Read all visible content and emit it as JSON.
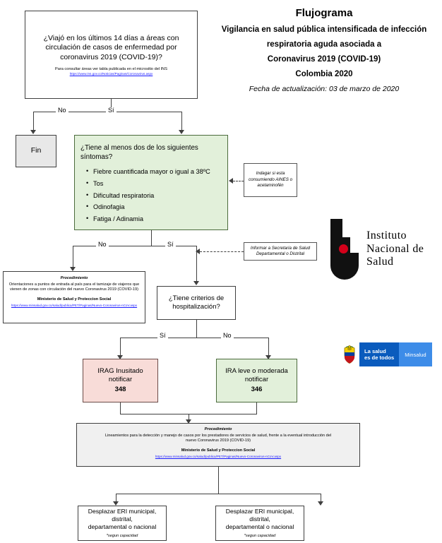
{
  "title": {
    "main": "Flujograma",
    "lines": [
      "Vigilancia en salud pública intensificada de infección",
      "respiratoria aguda asociada a",
      "Coronavirus 2019 (COVID-19)",
      "Colombia 2020"
    ],
    "date": "Fecha de actualización: 03 de marzo de 2020"
  },
  "nodes": {
    "travel_question": {
      "text": "¿Viajó en los últimos 14 días a áreas con circulación de casos de enfermedad por coronavirus 2019 (COVID-19)?",
      "note": "Para consultar áreas ver tabla publicada en el micrositio del INS",
      "link": "https://www.ins.gov.co/Noticias/Paginas/Coronavirus.aspx"
    },
    "end": {
      "label": "Fin"
    },
    "symptoms": {
      "question": "¿Tiene al menos dos de los siguientes síntomas?",
      "items": [
        "Fiebre cuantificada mayor o igual a 38ºC",
        "Tos",
        "Dificultad respiratoria",
        "Odinofagia",
        "Fatiga / Adinamia"
      ]
    },
    "note_aines": "Indagar si esta consumiendo AINES o acetaminofén",
    "note_informar": "Informar a Secretaria de Salud Departamental o Distrital",
    "procedure_left": {
      "heading": "Procedimiento",
      "body": "Orientaciones a puntos de entrada al país para el tamizaje de viajeros que vienen de zonas con circulación del nuevo Coronavirus 2019 (COVID-19)",
      "ministry": "Ministerio de Salud y Proteccion Social",
      "link": "https://www.minsalud.gov.co/salud/publica/PET/Paginas/Nuevo-Coronavirus-nCoV.aspx"
    },
    "hospitalization_question": {
      "line1": "¿Tiene criterios de",
      "line2": "hospitalización?"
    },
    "irag": {
      "line1": "IRAG Inusitado",
      "line2": "notificar",
      "code": "348"
    },
    "ira": {
      "line1": "IRA leve o moderada",
      "line2": "notificar",
      "code": "346"
    },
    "procedure_bottom": {
      "heading": "Procedimiento",
      "body1": "Lineamientos para la detección y manejo de casos por los prestadores de servicios de salud, frente a la eventual introducción del",
      "body2": "nuevo Coronavirus 2019 (COVID-19)",
      "ministry": "Ministerio de Salud y Proteccion Social",
      "link": "https://www.minsalud.gov.co/salud/publica/PET/Paginas/Nuevo-Coronavirus-nCoV.aspx"
    },
    "eri_left": {
      "line1": "Desplazar ERI municipal, distrital,",
      "line2": "departamental o nacional",
      "footnote": "*segun capacidad"
    },
    "eri_right": {
      "line1": "Desplazar ERI municipal, distrital,",
      "line2": "departamental o nacional",
      "footnote": "*segun capacidad"
    }
  },
  "edges": {
    "travel_no": "No",
    "travel_si": "Sí",
    "symptoms_no": "No",
    "symptoms_si": "Sí",
    "hosp_si": "Sí",
    "hosp_no": "No"
  },
  "logos": {
    "ins": {
      "l1": "Instituto",
      "l2": "Nacional de",
      "l3": "Salud"
    },
    "minsalud": {
      "l1": "La salud",
      "l2": "es de todos",
      "brand": "Minsalud"
    }
  },
  "colors": {
    "green": "#e2f0da",
    "pink": "#f8dcd8",
    "gray": "#e8e8e8",
    "link": "#1a1aff",
    "ins_red": "#d4001a",
    "ms_blue": "#0a5bbd",
    "ms_light_blue": "#3d8ce8"
  }
}
